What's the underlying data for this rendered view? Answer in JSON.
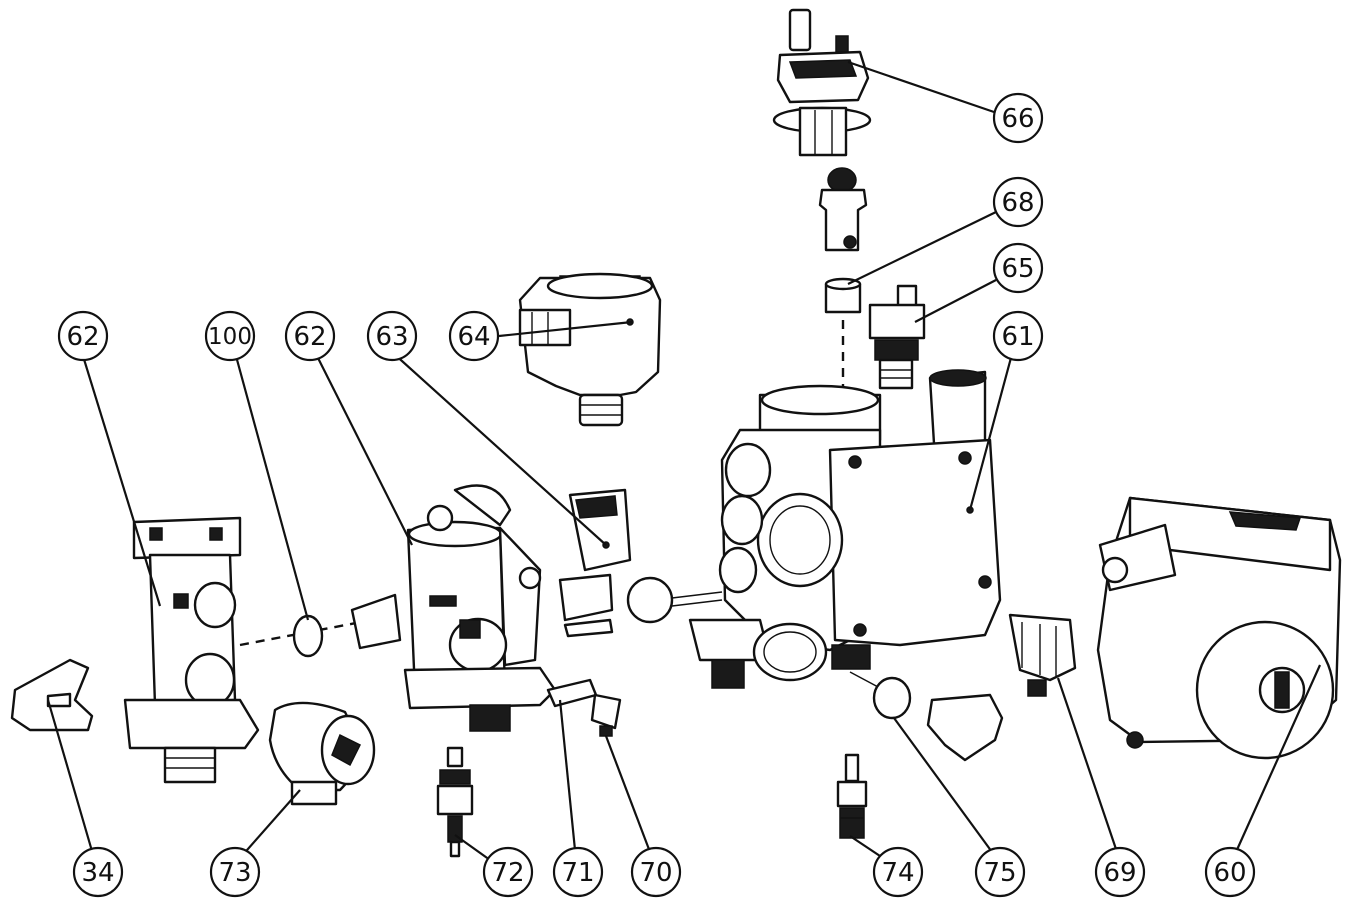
{
  "callouts": {
    "c66": "66",
    "c68": "68",
    "c65": "65",
    "c64": "64",
    "c63": "63",
    "c62a": "62",
    "c100": "100",
    "c62b": "62",
    "c61": "61",
    "c34": "34",
    "c73": "73",
    "c72": "72",
    "c71": "71",
    "c70": "70",
    "c74": "74",
    "c75": "75",
    "c69": "69",
    "c60": "60"
  }
}
